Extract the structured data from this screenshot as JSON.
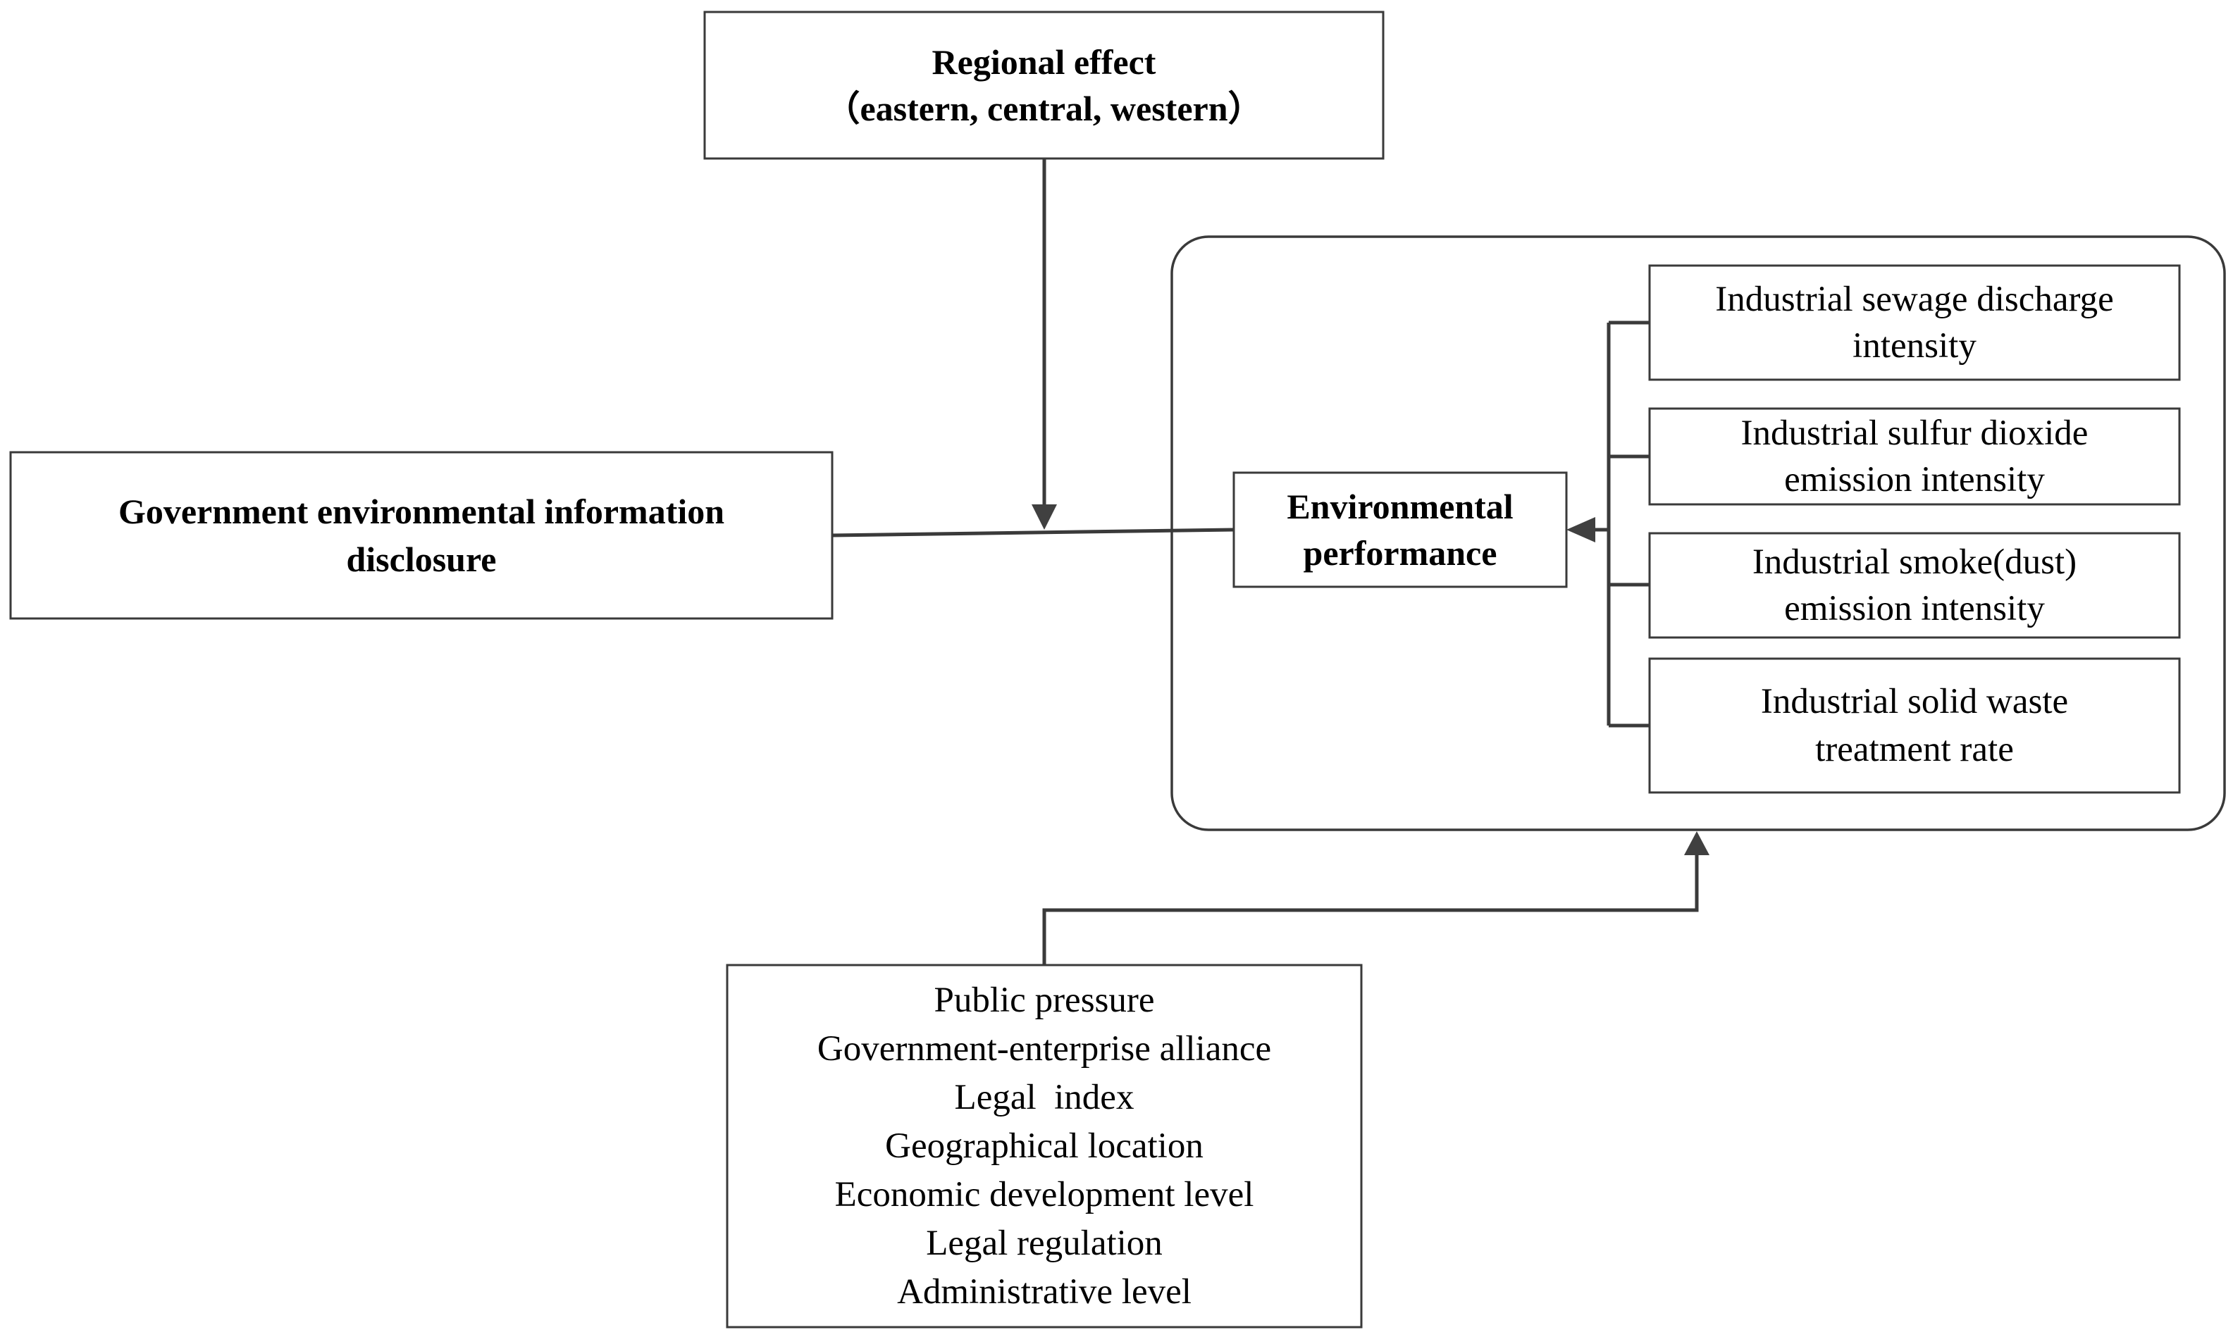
{
  "regional_effect": {
    "title": "Regional effect",
    "subtitle": "（eastern, central, western）"
  },
  "disclosure": {
    "line1": "Government environmental information",
    "line2": "disclosure"
  },
  "environmental_performance": {
    "line1": "Environmental",
    "line2": "performance"
  },
  "indicators": [
    {
      "line1": "Industrial sewage discharge",
      "line2": "intensity"
    },
    {
      "line1": "Industrial sulfur dioxide",
      "line2": "emission intensity"
    },
    {
      "line1": "Industrial smoke(dust)",
      "line2": "emission intensity"
    },
    {
      "line1": "Industrial solid waste",
      "line2": "treatment rate"
    }
  ],
  "mechanisms": [
    "Public pressure",
    "Government-enterprise alliance",
    "Legal  index",
    "Geographical location",
    "Economic development level",
    "Legal regulation",
    "Administrative level"
  ],
  "colors": {
    "line": "#3a3a3a",
    "arrow": "#404040",
    "text": "#000000",
    "background": "#ffffff"
  }
}
